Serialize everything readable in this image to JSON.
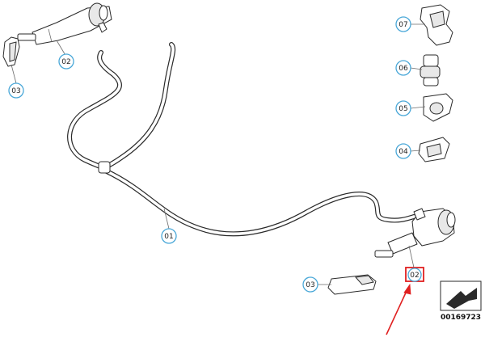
{
  "callouts": [
    {
      "id": "c-02-top",
      "label": "02"
    },
    {
      "id": "c-03-top",
      "label": "03"
    },
    {
      "id": "c-01",
      "label": "01"
    },
    {
      "id": "c-03-bottom",
      "label": "03"
    },
    {
      "id": "c-02-bottom",
      "label": "02"
    },
    {
      "id": "c-07",
      "label": "07"
    },
    {
      "id": "c-06",
      "label": "06"
    },
    {
      "id": "c-05",
      "label": "05"
    },
    {
      "id": "c-04",
      "label": "04"
    }
  ],
  "reference_number": "00169723",
  "colors": {
    "callout_ring": "#4aa8d8",
    "highlight_box": "#e02020",
    "arrow": "#e02020",
    "line": "#2a2a2a"
  }
}
